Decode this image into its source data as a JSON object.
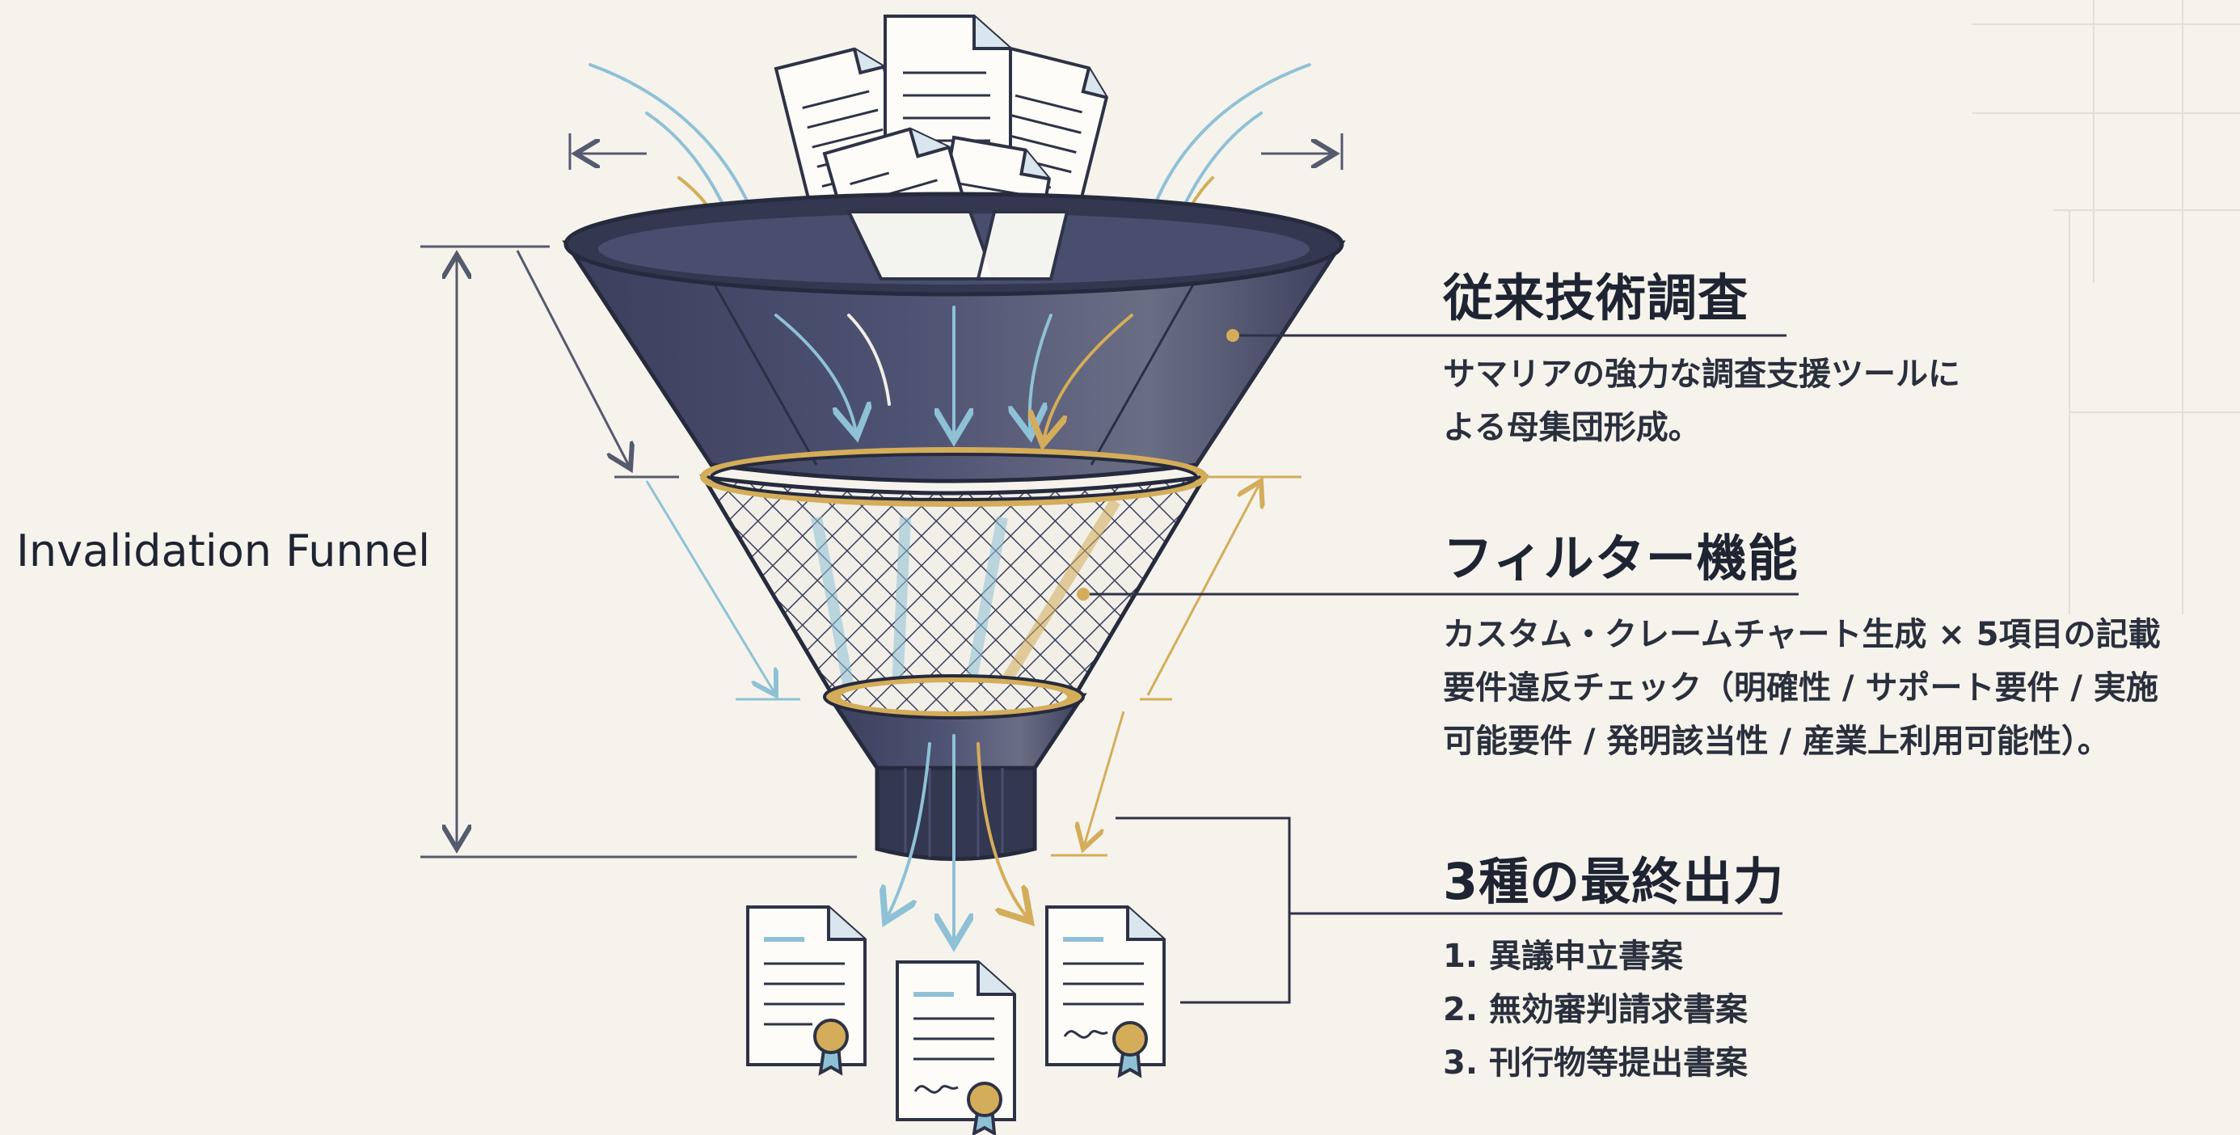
{
  "diagram": {
    "side_label": "Invalidation Funnel",
    "sections": [
      {
        "title": "従来技術調査",
        "lines": [
          "サマリアの強力な調査支援ツールに",
          "よる母集団形成。"
        ]
      },
      {
        "title": "フィルター機能",
        "lines": [
          "カスタム・クレームチャート生成 × 5項目の記載",
          "要件違反チェック（明確性 / サポート要件 / 実施",
          "可能要件 / 発明該当性 / 産業上利用可能性）。"
        ]
      },
      {
        "title": "3種の最終出力",
        "lines": [
          "1. 異議申立書案",
          "2. 無効審判請求書案",
          "3. 刊行物等提出書案"
        ]
      }
    ],
    "colors": {
      "background": "#f6f3ec",
      "funnel_dark": "#3b3f5c",
      "funnel_mid": "#4a4e6e",
      "accent_blue": "#8fc1d6",
      "accent_gold": "#d4ad5a",
      "ink": "#1f2433"
    },
    "icons": [
      "document-icon",
      "funnel-icon",
      "filter-mesh-icon",
      "certificate-icon",
      "dimension-arrow-icon"
    ]
  }
}
